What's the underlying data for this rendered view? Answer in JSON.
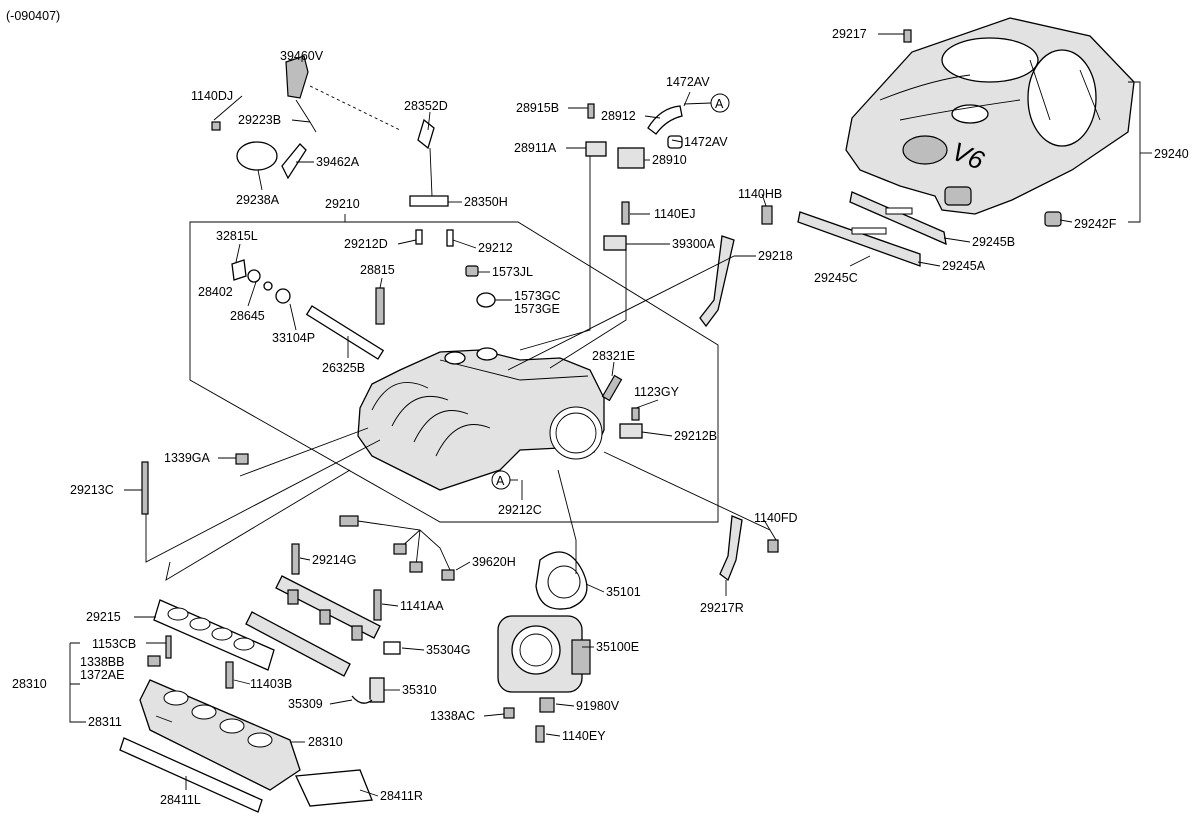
{
  "header": {
    "code": "(-090407)"
  },
  "labels": {
    "p39460V": "39460V",
    "p1140DJ": "1140DJ",
    "p29223B": "29223B",
    "p39462A": "39462A",
    "p29238A": "29238A",
    "p28352D": "28352D",
    "p28350H": "28350H",
    "p29210": "29210",
    "p29212D": "29212D",
    "p29212": "29212",
    "p32815L": "32815L",
    "p28815": "28815",
    "p1573JL": "1573JL",
    "p28402": "28402",
    "p1573GC": "1573GC",
    "p1573GE": "1573GE",
    "p28645": "28645",
    "p33104P": "33104P",
    "p26325B": "26325B",
    "p28915B": "28915B",
    "p28912": "28912",
    "p1472AV_top": "1472AV",
    "p1472AV_bot": "1472AV",
    "p28911A": "28911A",
    "p28910": "28910",
    "p1140EJ": "1140EJ",
    "p39300A": "39300A",
    "p1140HB": "1140HB",
    "p29218": "29218",
    "p28321E": "28321E",
    "p1123GY": "1123GY",
    "p29212B": "29212B",
    "p1339GA": "1339GA",
    "p29213C": "29213C",
    "p29212C": "29212C",
    "p1140FD": "1140FD",
    "p29217R": "29217R",
    "p29214G": "29214G",
    "p39620H": "39620H",
    "p35101": "35101",
    "p29215": "29215",
    "p1141AA": "1141AA",
    "p1153CB": "1153CB",
    "p1338BB": "1338BB",
    "p1372AE": "1372AE",
    "p28310_left": "28310",
    "p11403B": "11403B",
    "p35304G": "35304G",
    "p35100E": "35100E",
    "p35309": "35309",
    "p35310": "35310",
    "p28311": "28311",
    "p28310_mid": "28310",
    "p1338AC": "1338AC",
    "p91980V": "91980V",
    "p1140EY": "1140EY",
    "p28411L": "28411L",
    "p28411R": "28411R",
    "p29217": "29217",
    "p29240": "29240",
    "p29242F": "29242F",
    "p29245B": "29245B",
    "p29245C": "29245C",
    "p29245A": "29245A",
    "ref_A_top": "A",
    "ref_A_mid": "A",
    "cover_badge": "V6"
  }
}
